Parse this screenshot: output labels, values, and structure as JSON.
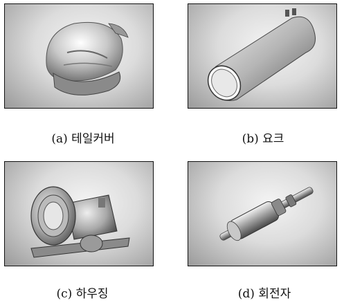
{
  "figures": [
    {
      "id": "a",
      "caption": "(a) 테일커버",
      "icon": "tail-cover-part"
    },
    {
      "id": "b",
      "caption": "(b) 요크",
      "icon": "yoke-part"
    },
    {
      "id": "c",
      "caption": "(c) 하우징",
      "icon": "housing-part"
    },
    {
      "id": "d",
      "caption": "(d) 회전자",
      "icon": "rotor-part"
    }
  ]
}
